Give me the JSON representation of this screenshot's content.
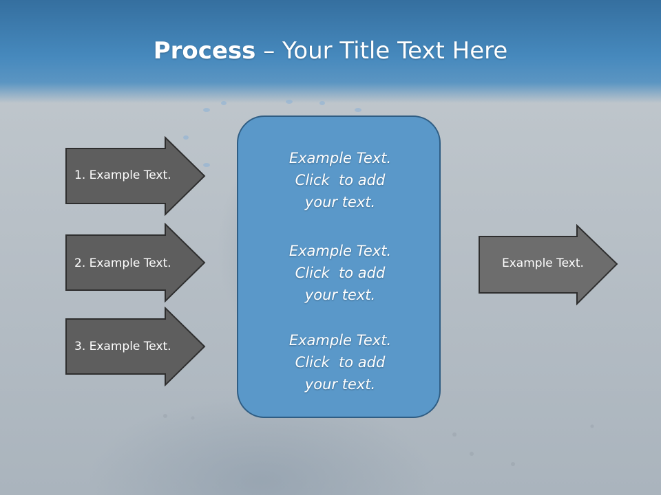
{
  "slide": {
    "title_bold": "Process",
    "title_rest": " – Your Title Text Here",
    "left_arrows": [
      {
        "label": "1. Example Text."
      },
      {
        "label": "2. Example Text."
      },
      {
        "label": "3. Example Text."
      }
    ],
    "center_blocks": [
      {
        "line1": "Example Text.",
        "line2": "Click  to add",
        "line3": "your text."
      },
      {
        "line1": "Example Text.",
        "line2": "Click  to add",
        "line3": "your text."
      },
      {
        "line1": "Example Text.",
        "line2": "Click  to add",
        "line3": "your text."
      }
    ],
    "right_arrow": {
      "label": "Example Text."
    }
  },
  "colors": {
    "header_blue": "#4689bd",
    "center_box_fill": "#5a98c9",
    "left_arrow_fill": "#5e5e5e",
    "right_arrow_fill": "#6d6d6d"
  }
}
